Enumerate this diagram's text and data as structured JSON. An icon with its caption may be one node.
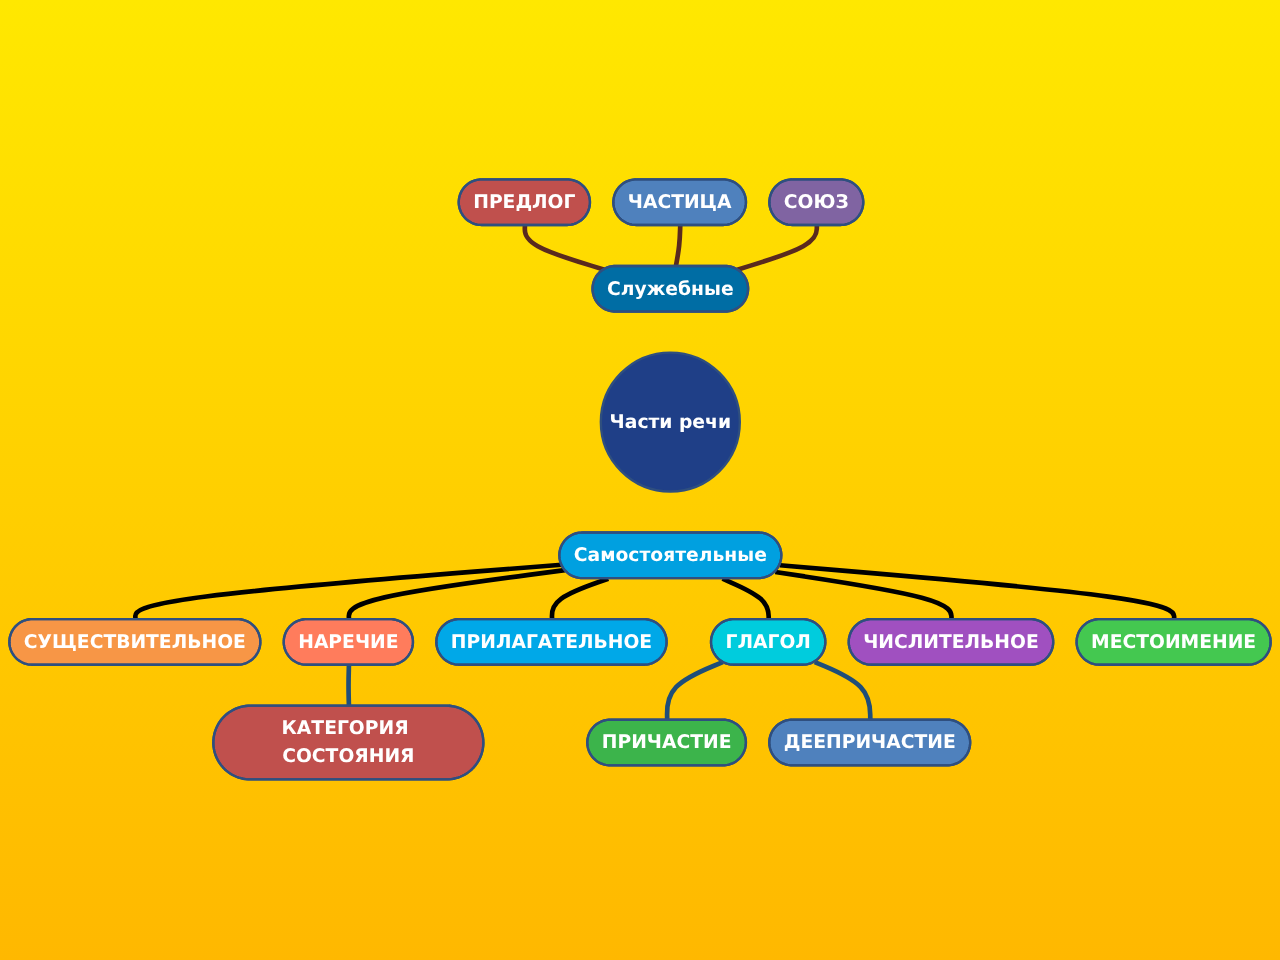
{
  "diagram": {
    "nodes": [
      {
        "text": [
          "ЧАСТИЦА"
        ]
      },
      {
        "text": [
          "ПРЕДЛОГ"
        ]
      },
      {
        "text": [
          "СОЮЗ"
        ]
      },
      {
        "text": [
          "Служебные"
        ]
      },
      {
        "text": [
          "Части речи"
        ]
      },
      {
        "text": [
          "Самостоятельные"
        ]
      },
      {
        "text": [
          "ПРИЧАСТИЕ"
        ]
      },
      {
        "text": [
          "ДЕЕПРИЧАСТИЕ"
        ]
      },
      {
        "text": [
          "СУЩЕСТВИТЕЛЬНОЕ"
        ]
      },
      {
        "text": [
          "ГЛАГОЛ"
        ]
      },
      {
        "text": [
          "ПРИЛАГАТЕЛЬНОЕ"
        ]
      },
      {
        "text": [
          "НАРЕЧИЕ"
        ]
      },
      {
        "text": [
          "ЧИСЛИТЕЛЬНОЕ"
        ]
      },
      {
        "text": [
          "МЕСТОИМЕНИЕ"
        ]
      },
      {
        "text": [
          "КАТЕГОРИЯ СОСТОЯНИЯ"
        ]
      }
    ],
    "edges": [
      {
        "from": 1,
        "to": 3,
        "arrow": "none",
        "color": "#5a2a1e"
      },
      {
        "from": 0,
        "to": 3,
        "arrow": "none",
        "color": "#5a2a1e"
      },
      {
        "from": 2,
        "to": 3,
        "arrow": "none",
        "color": "#5a2a1e"
      },
      {
        "from": 5,
        "to": 8,
        "arrow": "none"
      },
      {
        "from": 5,
        "to": 10,
        "arrow": "none"
      },
      {
        "from": 5,
        "to": 12,
        "arrow": "none"
      },
      {
        "from": 5,
        "to": 13,
        "arrow": "none"
      },
      {
        "from": 5,
        "to": 11,
        "arrow": "none"
      },
      {
        "from": 5,
        "to": 9,
        "arrow": "none"
      },
      {
        "from": 9,
        "to": 6,
        "arrow": "none",
        "color": "#1f4e79"
      },
      {
        "from": 9,
        "to": 7,
        "arrow": "none",
        "color": "#1f4e79"
      },
      {
        "from": 11,
        "to": 14,
        "arrow": "none",
        "color": "#1f4e79"
      }
    ]
  }
}
